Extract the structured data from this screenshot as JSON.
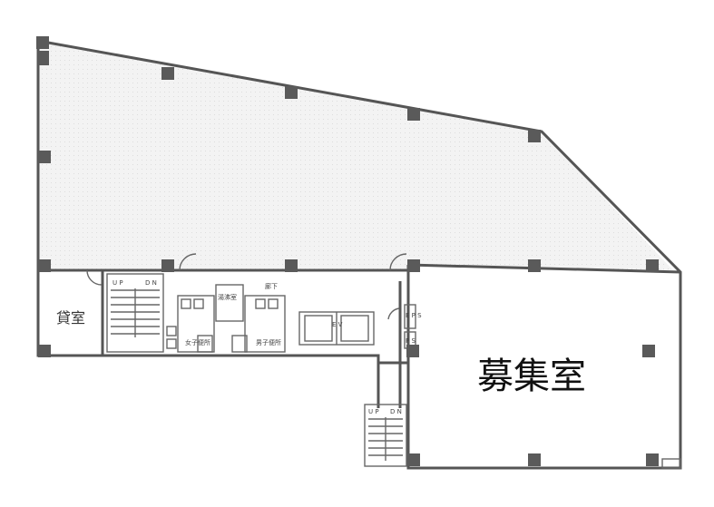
{
  "rooms": {
    "vacancy_label": "募集室",
    "leased_label": "貸室",
    "corridor_label": "廊下",
    "ev_label": "E V",
    "supply_room_label": "湯沸室",
    "womens_toilet_label": "女子便所",
    "mens_toilet_label": "男子便所",
    "ps_label": "P S",
    "eps_label": "E P S",
    "stair_up_label": "U P",
    "stair_dn_label": "D N"
  },
  "colors": {
    "leased_fill": "#f1f1f1",
    "vacancy_fill": "#ffffff",
    "wall": "#555555",
    "column": "#5a5a5a"
  }
}
